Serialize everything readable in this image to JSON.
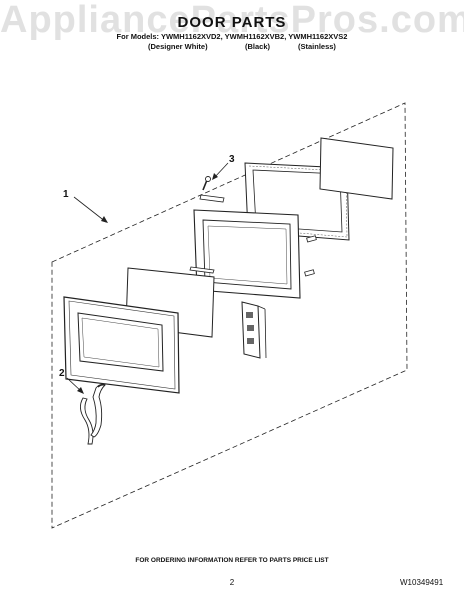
{
  "watermark": "AppliancePartsPros.com",
  "header": {
    "title": "DOOR PARTS",
    "models_line": "For Models: YWMH1162XVD2, YWMH1162XVB2, YWMH1162XVS2",
    "variants": [
      "(Designer White)",
      "(Black)",
      "(Stainless)"
    ]
  },
  "callouts": [
    "1",
    "2",
    "3"
  ],
  "footer": {
    "ordering_note": "FOR ORDERING INFORMATION REFER TO PARTS PRICE LIST",
    "page_number": "2",
    "part_number": "W10349491"
  }
}
